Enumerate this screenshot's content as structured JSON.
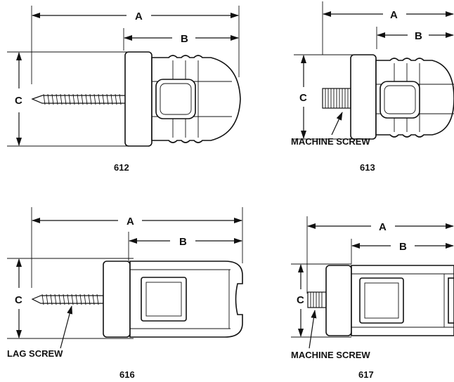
{
  "figures": [
    {
      "id": "612",
      "dims": {
        "a": "A",
        "b": "B",
        "c": "C"
      },
      "screw_label": ""
    },
    {
      "id": "613",
      "dims": {
        "a": "A",
        "b": "B",
        "c": "C"
      },
      "screw_label": "MACHINE SCREW"
    },
    {
      "id": "616",
      "dims": {
        "a": "A",
        "b": "B",
        "c": "C"
      },
      "screw_label": "LAG SCREW"
    },
    {
      "id": "617",
      "dims": {
        "a": "A",
        "b": "B",
        "c": "C"
      },
      "screw_label": "MACHINE SCREW"
    }
  ]
}
